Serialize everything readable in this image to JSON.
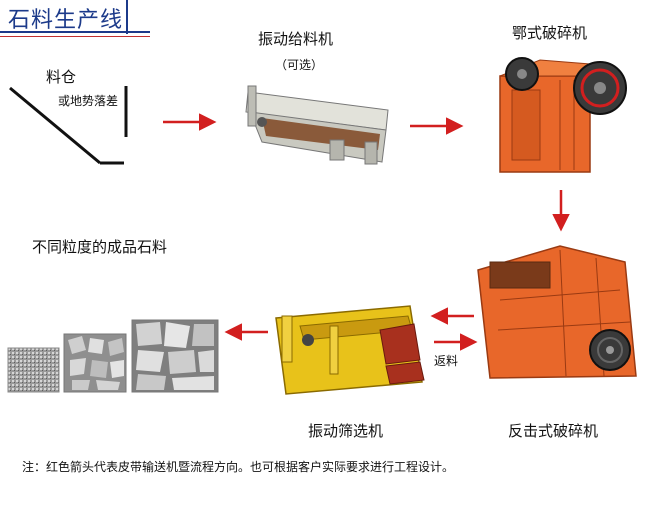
{
  "title": "石料生产线",
  "labels": {
    "hopper": "料仓",
    "hopper_sub": "或地势落差",
    "feeder": "振动给料机",
    "feeder_optional": "（可选）",
    "jaw_crusher": "鄂式破碎机",
    "impact_crusher": "反击式破碎机",
    "screen": "振动筛选机",
    "return": "返料",
    "products": "不同粒度的成品石料"
  },
  "note": "注：红色箭头代表皮带输送机暨流程方向。也可根据客户实际要求进行工程设计。",
  "colors": {
    "arrow": "#d21f1f",
    "title": "#1c3a8a",
    "crusher": "#e8672a",
    "screen": "#e8c21a",
    "feeder": "#d8d8d0"
  }
}
